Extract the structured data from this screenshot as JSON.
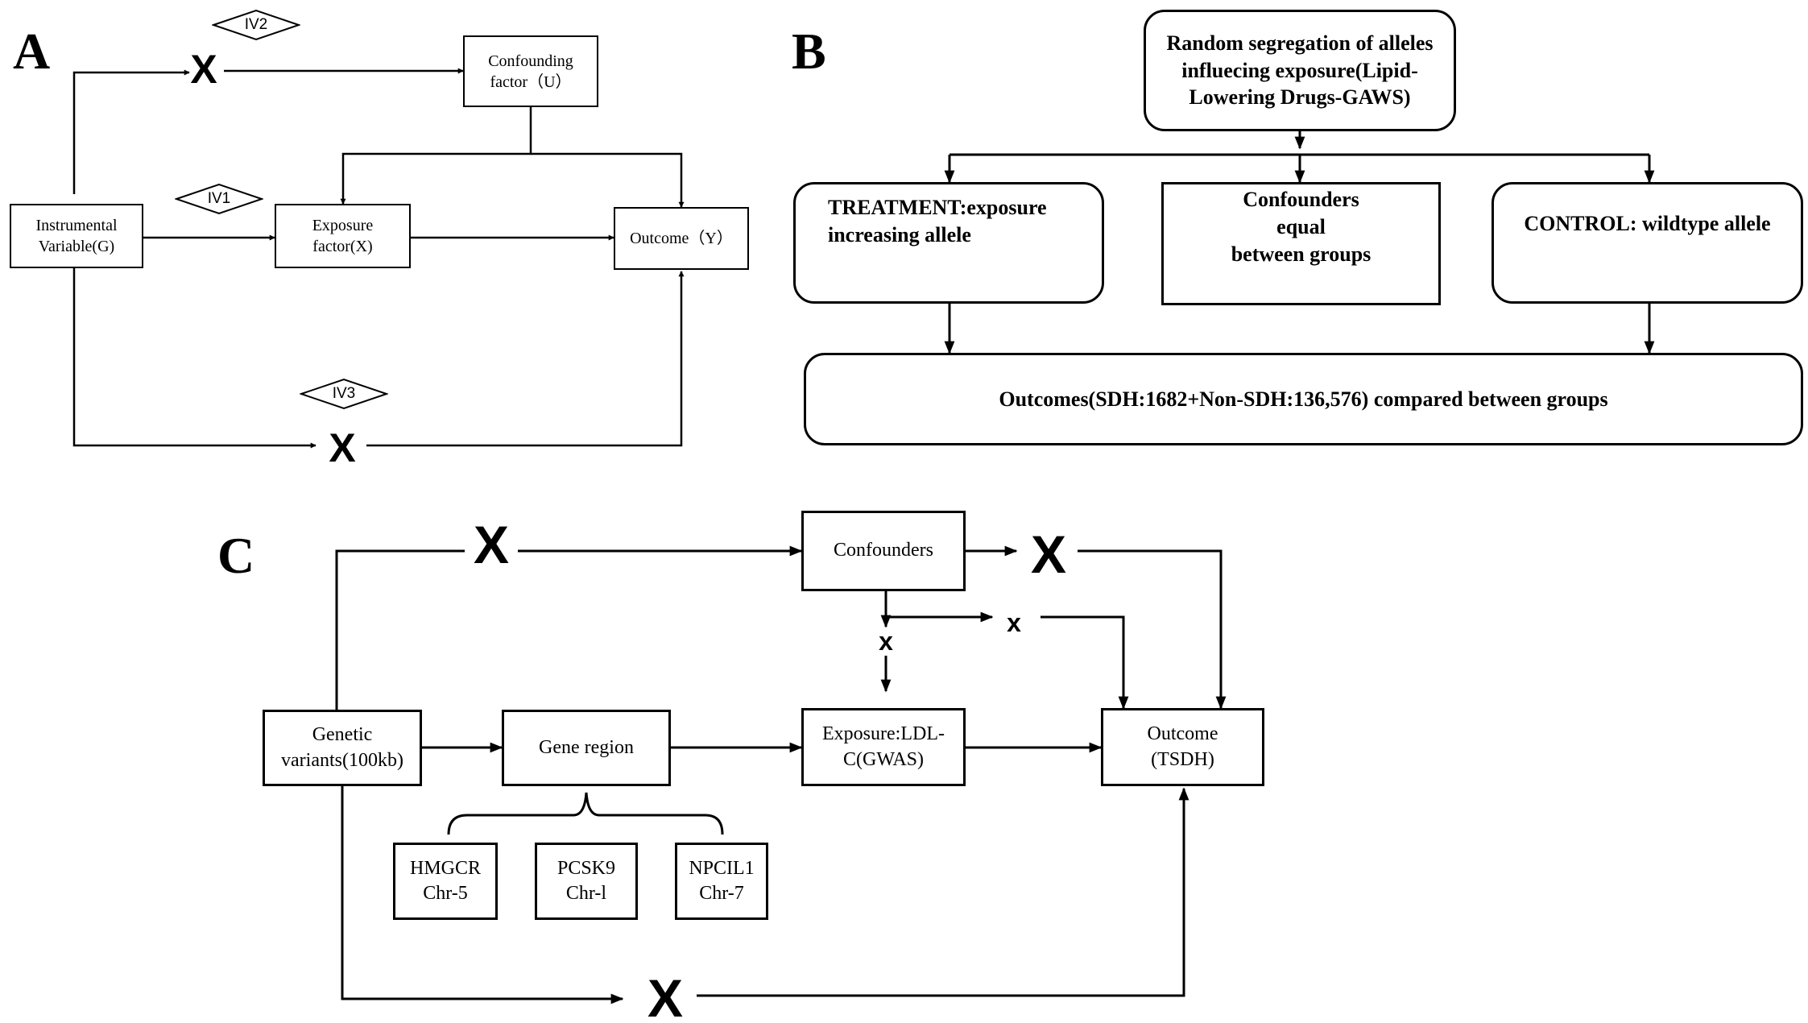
{
  "panel_a": {
    "label": "A",
    "instrumental": "Instrumental\nVariable(G)",
    "exposure": "Exposure\nfactor(X)",
    "outcome": "Outcome（Y）",
    "confounding": "Confounding\nfactor（U）",
    "iv1": "IV1",
    "iv2": "IV2",
    "iv3": "IV3",
    "x_mark": "X"
  },
  "panel_b": {
    "label": "B",
    "segregation": "Random segregation of alleles\ninfluecing exposure(Lipid-\nLowering Drugs-GAWS)",
    "treatment": "TREATMENT:exposure\nincreasing allele",
    "confounders": "Confounders\nequal\nbetween groups",
    "control": "CONTROL: wildtype allele",
    "outcomes": "Outcomes(SDH:1682+Non-SDH:136,576) compared between groups"
  },
  "panel_c": {
    "label": "C",
    "genetic_variants": "Genetic\nvariants(100kb)",
    "gene_region": "Gene region",
    "exposure": "Exposure:LDL-\nC(GWAS)",
    "outcome": "Outcome\n(TSDH)",
    "confounders": "Confounders",
    "hmgcr": "HMGCR\nChr-5",
    "pcsk9": "PCSK9\nChr-l",
    "npcil1": "NPCIL1\nChr-7",
    "x_mark_large": "X",
    "x_mark_small": "x"
  }
}
